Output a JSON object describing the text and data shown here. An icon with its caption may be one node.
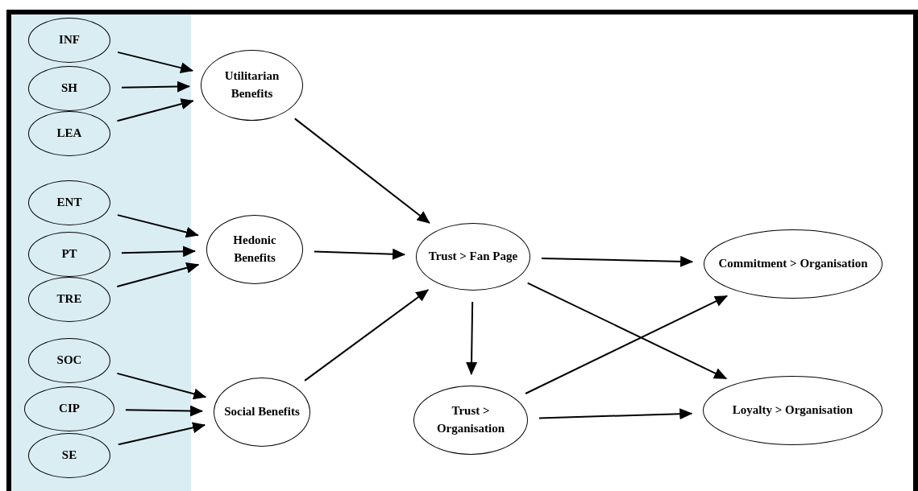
{
  "diagram": {
    "nodes": [
      {
        "text": [],
        "shape": "box"
      },
      {
        "text": [
          "INF"
        ],
        "in": 0
      },
      {
        "text": [
          "SH"
        ],
        "in": 0
      },
      {
        "text": [
          "LEA"
        ],
        "in": 0
      },
      {
        "text": [
          "ENT"
        ],
        "in": 0
      },
      {
        "text": [
          "PT"
        ],
        "in": 0
      },
      {
        "text": [
          "TRE"
        ],
        "in": 0
      },
      {
        "text": [
          "SOC"
        ],
        "in": 0
      },
      {
        "text": [
          "CIP"
        ],
        "in": 0
      },
      {
        "text": [
          "SE"
        ],
        "in": 0
      },
      {
        "text": [
          "Utilitarian Benefits"
        ]
      },
      {
        "text": [
          "Hedonic Benefits"
        ]
      },
      {
        "text": [
          "Social Benefits"
        ]
      },
      {
        "text": [
          "Trust > Fan Page"
        ]
      },
      {
        "text": [
          "Trust > Organisation"
        ]
      },
      {
        "text": [
          "Commitment > Organisation"
        ]
      },
      {
        "text": [
          "Loyalty > Organisation"
        ]
      }
    ],
    "edges": [
      {
        "from": 1,
        "to": 10,
        "arrow": "to"
      },
      {
        "from": 2,
        "to": 10,
        "arrow": "to"
      },
      {
        "from": 3,
        "to": 10,
        "arrow": "to"
      },
      {
        "from": 4,
        "to": 11,
        "arrow": "to"
      },
      {
        "from": 5,
        "to": 11,
        "arrow": "to"
      },
      {
        "from": 6,
        "to": 11,
        "arrow": "to"
      },
      {
        "from": 7,
        "to": 12,
        "arrow": "to"
      },
      {
        "from": 8,
        "to": 12,
        "arrow": "to"
      },
      {
        "from": 9,
        "to": 12,
        "arrow": "to"
      },
      {
        "from": 10,
        "to": 13,
        "arrow": "to"
      },
      {
        "from": 11,
        "to": 13,
        "arrow": "to"
      },
      {
        "from": 12,
        "to": 13,
        "arrow": "to"
      },
      {
        "from": 13,
        "to": 15,
        "arrow": "to"
      },
      {
        "from": 13,
        "to": 16,
        "arrow": "to"
      },
      {
        "from": 13,
        "to": 14,
        "arrow": "to"
      },
      {
        "from": 14,
        "to": 15,
        "arrow": "to"
      },
      {
        "from": 14,
        "to": 16,
        "arrow": "to"
      }
    ]
  }
}
